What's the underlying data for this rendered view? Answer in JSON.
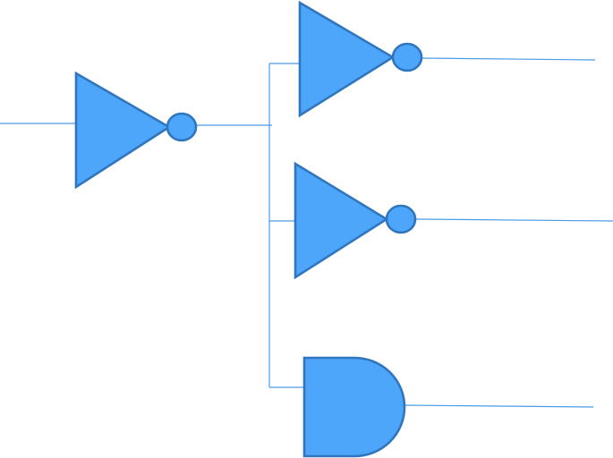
{
  "diagram": {
    "type": "logic-circuit",
    "colors": {
      "gate_fill": "#4ea6fb",
      "gate_stroke": "#2f76bf",
      "wire": "#4a9be8"
    },
    "gates": [
      {
        "id": "inverter-1",
        "kind": "not"
      },
      {
        "id": "inverter-2",
        "kind": "not"
      },
      {
        "id": "inverter-3",
        "kind": "not"
      },
      {
        "id": "and-gate-1",
        "kind": "and"
      }
    ],
    "connections": [
      {
        "from": "input",
        "to": "inverter-1"
      },
      {
        "from": "inverter-1",
        "to": "inverter-2"
      },
      {
        "from": "inverter-1",
        "to": "inverter-3"
      },
      {
        "from": "inverter-1",
        "to": "and-gate-1"
      },
      {
        "from": "inverter-2",
        "to": "output"
      },
      {
        "from": "inverter-3",
        "to": "output"
      },
      {
        "from": "and-gate-1",
        "to": "output"
      }
    ]
  }
}
